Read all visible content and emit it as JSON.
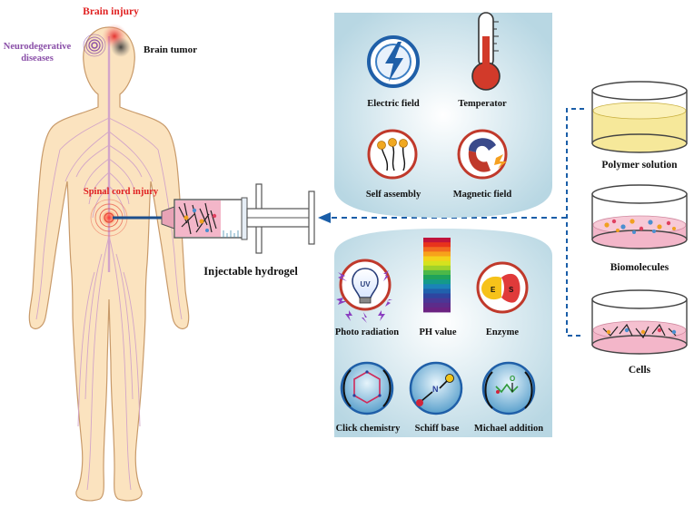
{
  "colors": {
    "body_fill": "#fbe3bf",
    "body_outline": "#c89a6a",
    "nerve": "#d3a5c8",
    "injury_red": "#e02020",
    "neuro_purple": "#8a4fa8",
    "arrow_blue": "#1a5ea8",
    "panel_bg": "#c7e0ea",
    "ring_red": "#c0392b",
    "icon_blue": "#1f5fa8",
    "cell_pink": "#f3b6c9",
    "polymer_yellow": "#f6e89a"
  },
  "human": {
    "brain_injury": "Brain injury",
    "brain_tumor": "Brain tumor",
    "neurodegenerative_line1": "Neurodegerative",
    "neurodegenerative_line2": "diseases",
    "spinal_cord_injury": "Spinal cord injury"
  },
  "syringe": {
    "label": "Injectable hydrogel"
  },
  "stimuli": {
    "electric_field": "Electric field",
    "temperature": "Temperator",
    "self_assembly": "Self assembly",
    "magnetic_field": "Magnetic field",
    "photo_radiation": "Photo radiation",
    "ph_value": "PH value",
    "enzyme": "Enzyme",
    "click_chemistry": "Click chemistry",
    "schiff_base": "Schiff base",
    "michael_addition": "Michael addition",
    "uv_text": "UV",
    "enzyme_e": "E",
    "enzyme_s": "S",
    "schiff_n": "N",
    "michael_o": "O",
    "ph_scale_colors": [
      "#c0143c",
      "#e8331c",
      "#f26a1f",
      "#f7a21b",
      "#f4d21a",
      "#d6e21e",
      "#9fd22a",
      "#4cb848",
      "#1fa35a",
      "#149a8a",
      "#1b83b8",
      "#2061ad",
      "#2e45a0",
      "#4a3796",
      "#5c2c8a",
      "#6b2382"
    ]
  },
  "components": {
    "polymer_solution": "Polymer solution",
    "biomolecules": "Biomolecules",
    "cells": "Cells"
  }
}
